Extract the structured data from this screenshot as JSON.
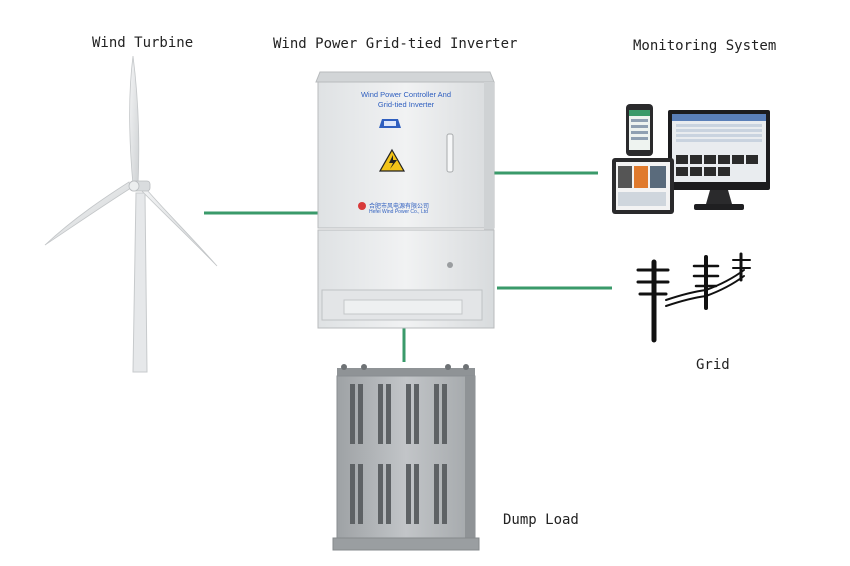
{
  "labels": {
    "wind_turbine": "Wind Turbine",
    "inverter": "Wind Power Grid-tied Inverter",
    "monitoring": "Monitoring System",
    "grid": "Grid",
    "dump_load": "Dump Load"
  },
  "cabinet": {
    "title_line1": "Wind Power Controller And",
    "title_line2": "Grid-tied Inverter",
    "company_cn": "合肥市风电源有限公司",
    "company_en": "Hefei Wind Power Co., Ltd"
  },
  "colors": {
    "connector": "#3a9a6a",
    "cabinet_body": "#e9ebec",
    "cabinet_title": "#2f5fbf",
    "warning": "#f2c318",
    "dump_load": "#aeb2b5"
  },
  "icons": {
    "turbine": "wind-turbine-icon",
    "warning": "high-voltage-warning-icon",
    "grid": "power-pole-icon"
  }
}
